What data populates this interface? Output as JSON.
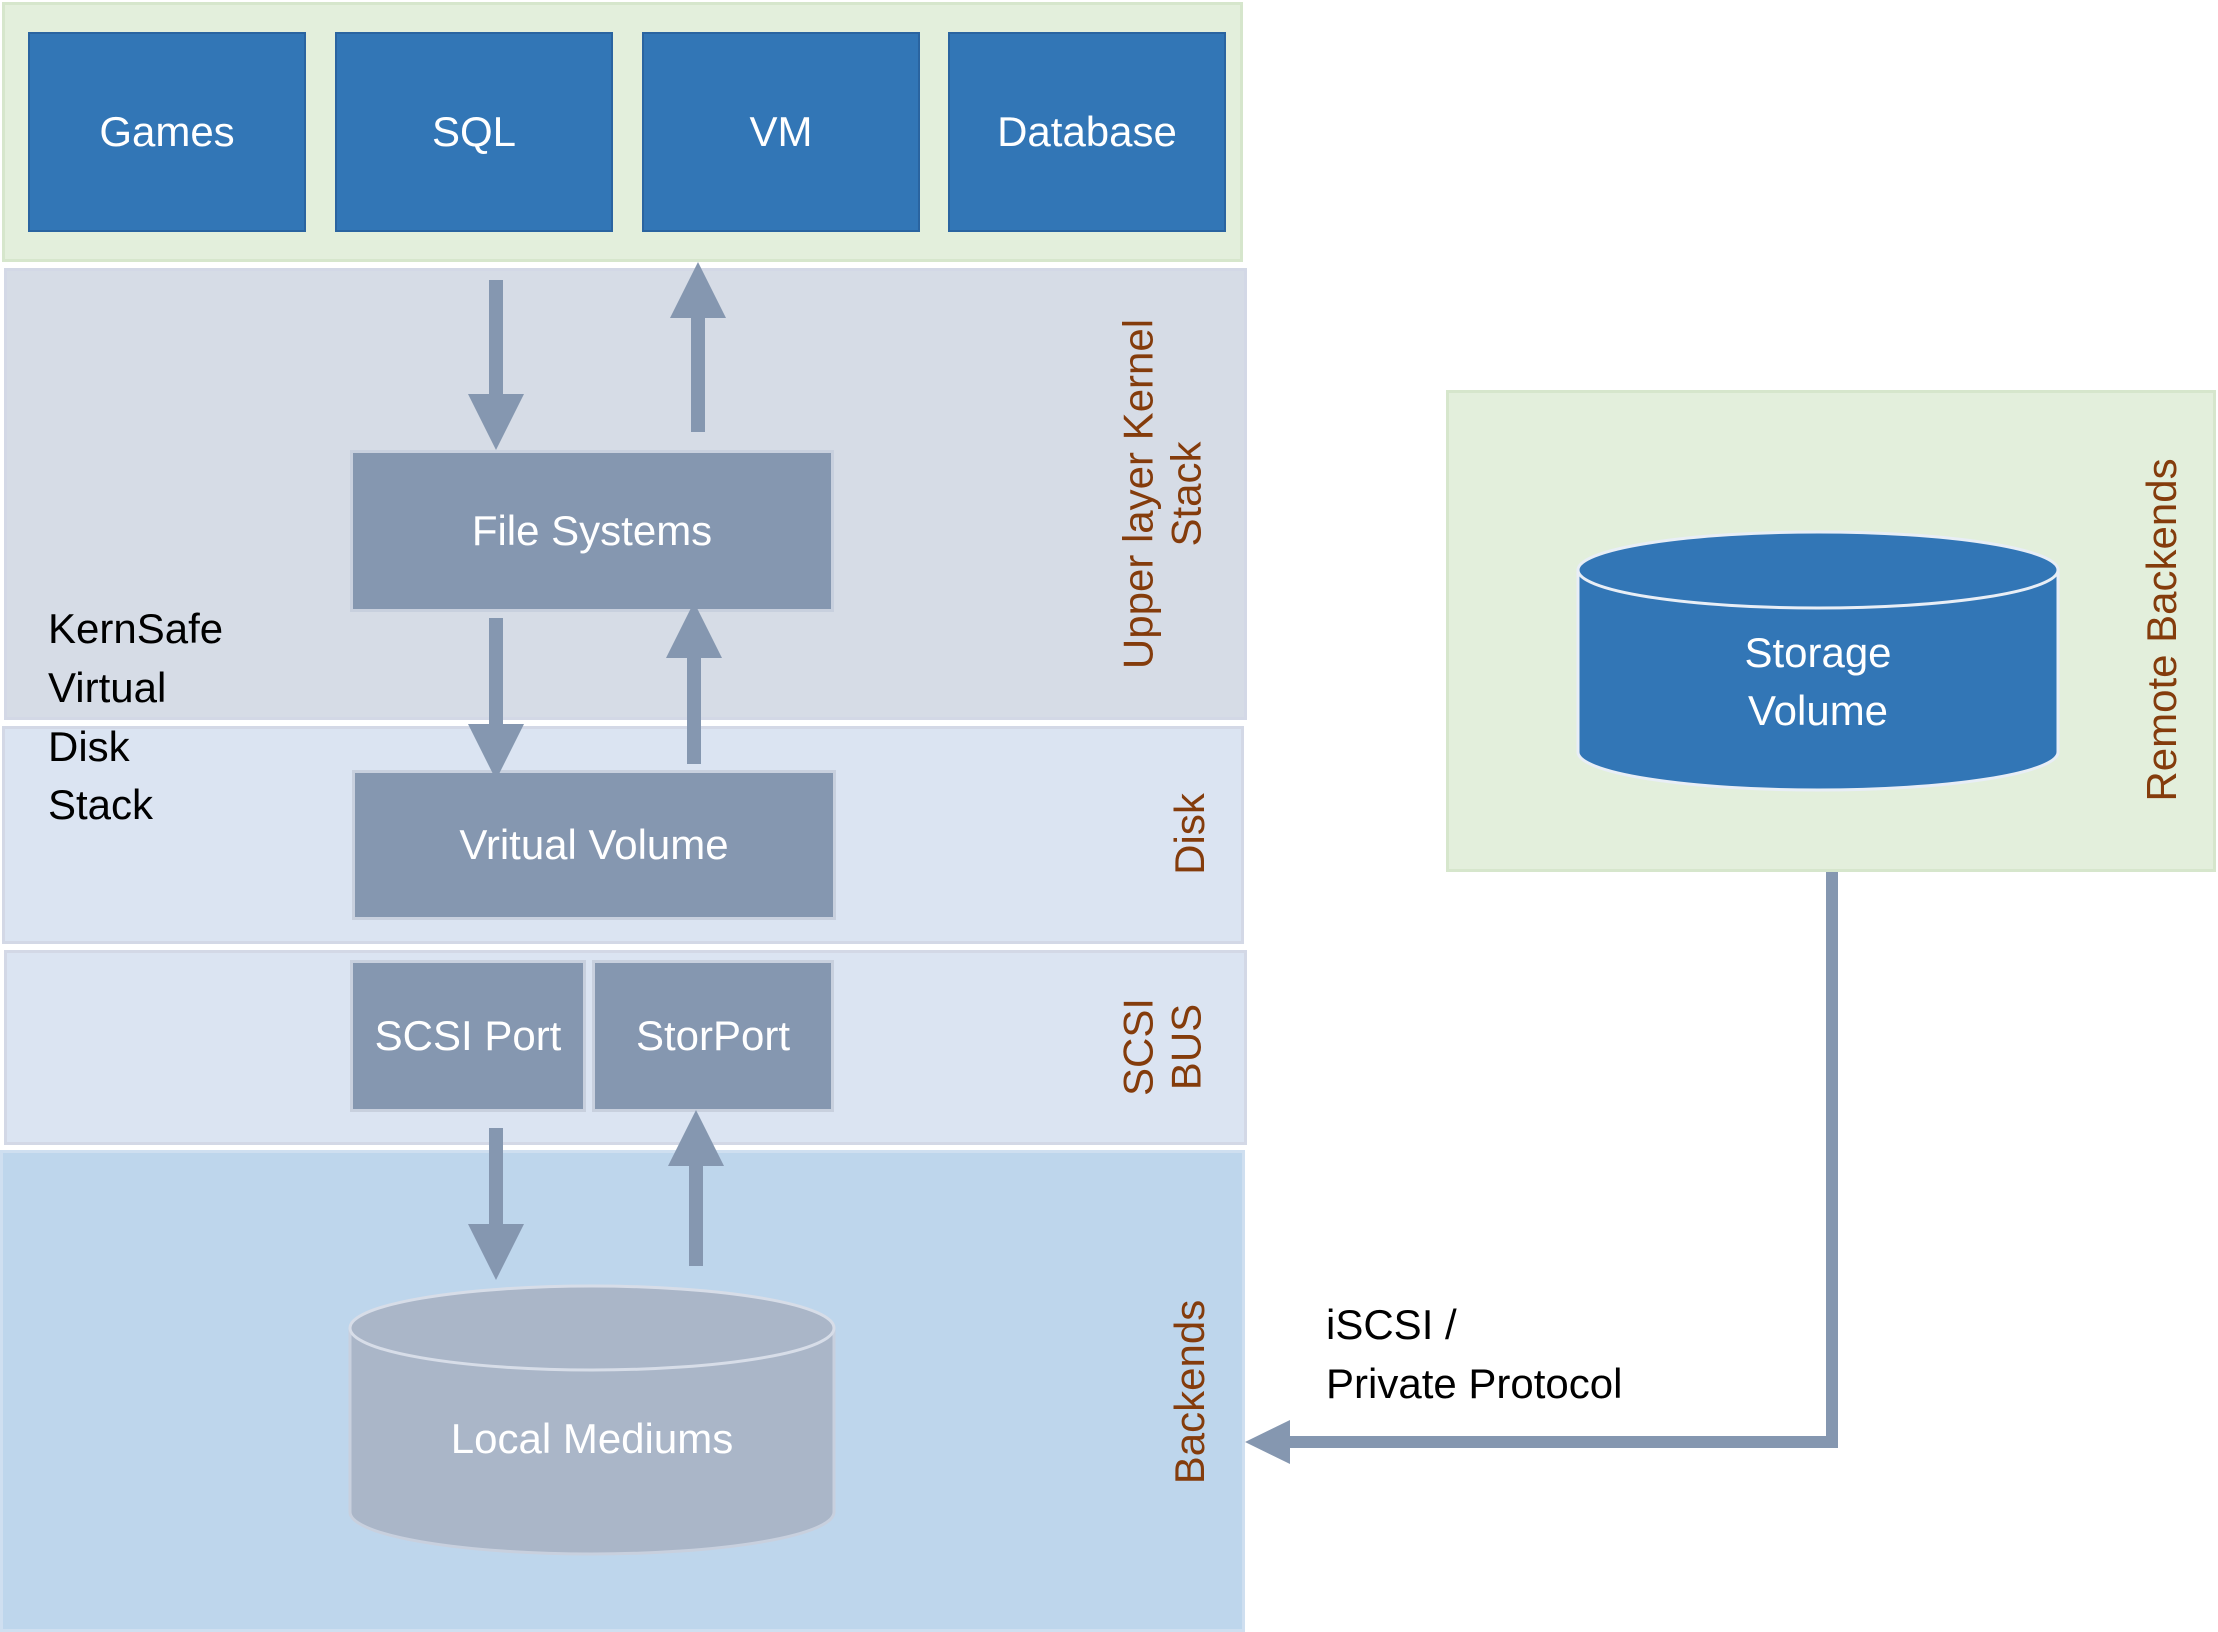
{
  "applications": [
    {
      "id": "games",
      "label": "Games"
    },
    {
      "id": "sql",
      "label": "SQL"
    },
    {
      "id": "vm",
      "label": "VM"
    },
    {
      "id": "database",
      "label": "Database"
    }
  ],
  "layers": {
    "upper_kernel": "Upper layer Kernel\nStack",
    "disk": "Disk",
    "scsi_bus": "SCSI\nBUS",
    "backends": "Backends",
    "remote_backends": "Remote Backends"
  },
  "components": {
    "file_systems": "File Systems",
    "virtual_volume": "Vritual Volume",
    "scsi_port": "SCSI Port",
    "storport": "StorPort",
    "local_mediums": "Local Mediums",
    "storage_volume_line1": "Storage",
    "storage_volume_line2": "Volume"
  },
  "stack_label": "KernSafe\nVirtual\nDisk\nStack",
  "protocol_label": "iSCSI /\nPrivate Protocol",
  "colors": {
    "app_fill": "#3276b6",
    "component_fill": "#8597b0",
    "label_text": "#843c0c",
    "arrow": "#8597b0",
    "green_band": "#e3efdc",
    "grey_band": "#d6dce6",
    "light_blue_band": "#dbe4f2",
    "backend_band": "#bed6ec",
    "local_medium_fill": "#aab6c8"
  }
}
